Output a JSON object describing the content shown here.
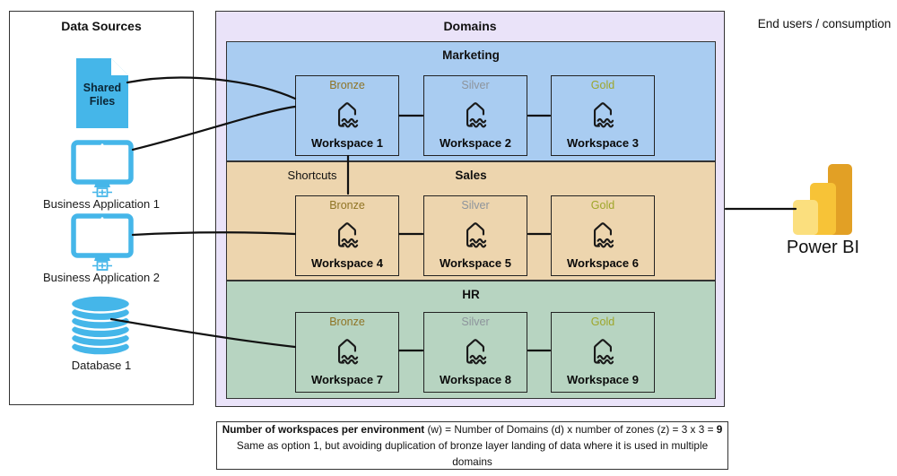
{
  "data_sources": {
    "title": "Data Sources",
    "items": [
      {
        "label": "Shared Files",
        "icon": "document-icon"
      },
      {
        "label": "Business Application 1",
        "icon": "monitor-icon"
      },
      {
        "label": "Business Application 2",
        "icon": "monitor-icon"
      },
      {
        "label": "Database 1",
        "icon": "database-icon"
      }
    ]
  },
  "domains": {
    "title": "Domains",
    "workspace_icon": "lakehouse-icon",
    "rows": [
      {
        "name": "Marketing",
        "workspaces": [
          {
            "zone": "Bronze",
            "name": "Workspace 1"
          },
          {
            "zone": "Silver",
            "name": "Workspace 2"
          },
          {
            "zone": "Gold",
            "name": "Workspace 3"
          }
        ]
      },
      {
        "name": "Sales",
        "workspaces": [
          {
            "zone": "Bronze",
            "name": "Workspace 4"
          },
          {
            "zone": "Silver",
            "name": "Workspace 5"
          },
          {
            "zone": "Gold",
            "name": "Workspace 6"
          }
        ]
      },
      {
        "name": "HR",
        "workspaces": [
          {
            "zone": "Bronze",
            "name": "Workspace 7"
          },
          {
            "zone": "Silver",
            "name": "Workspace 8"
          },
          {
            "zone": "Gold",
            "name": "Workspace 9"
          }
        ]
      }
    ]
  },
  "shortcuts_label": "Shortcuts",
  "end_users_label": "End users / consumption",
  "power_bi": {
    "label": "Power BI",
    "icon": "power-bi-logo"
  },
  "note": {
    "line1_bold": "Number of workspaces per environment",
    "line1_mid": " (w) = Number of Domains (d) x number of zones (z) = 3 x 3 = ",
    "line1_bold2": "9",
    "line2": "Same as option 1, but avoiding duplication of bronze layer landing of data where it is used in multiple domains"
  },
  "colors": {
    "bronze": "#8F7425",
    "silver": "#8D949C",
    "gold": "#9EA62A",
    "icon-blue": "#45B6E9",
    "domains-bg": "#EAE3F9",
    "marketing-bg": "#A9CCF1",
    "sales-bg": "#EDD5AE",
    "hr-bg": "#B7D4C1",
    "pbi-1": "#FBDF7E",
    "pbi-2": "#F7C337",
    "pbi-3": "#E2A025"
  }
}
